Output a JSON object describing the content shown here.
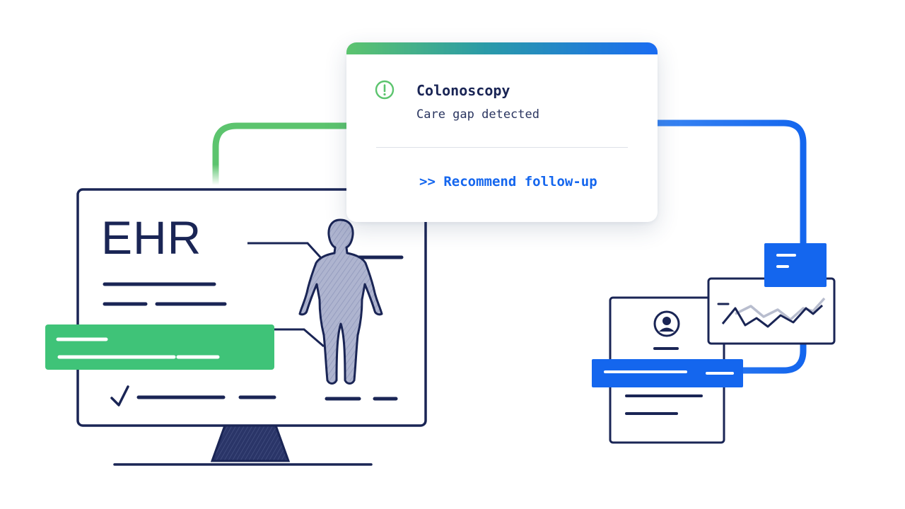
{
  "alert": {
    "title": "Colonoscopy",
    "subtitle": "Care gap detected",
    "action_label": ">> Recommend follow-up",
    "icon": "exclamation-circle-icon"
  },
  "ehr": {
    "label": "EHR"
  },
  "icons": {
    "body_figure": "human-body-icon",
    "checkmark": "checkmark-icon",
    "avatar": "user-avatar-icon",
    "trend_chart": "line-chart-icon"
  },
  "colors": {
    "navy": "#1a2555",
    "green": "#3fc378",
    "blue": "#1466ee",
    "gradient_start": "#5cc46e",
    "gradient_end": "#1a6cf2"
  }
}
